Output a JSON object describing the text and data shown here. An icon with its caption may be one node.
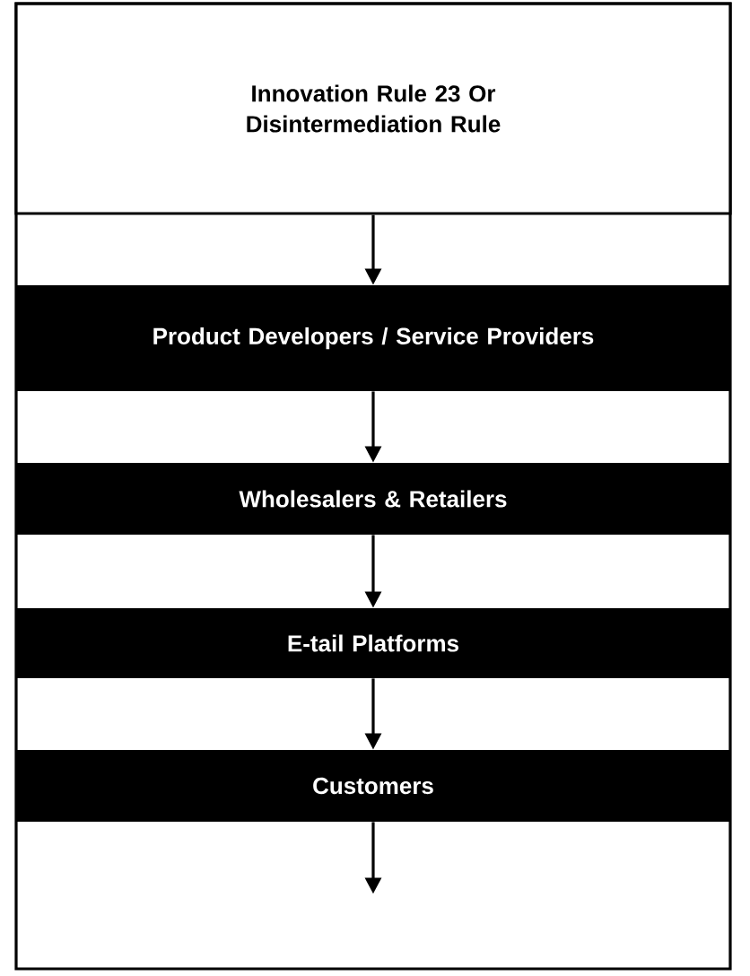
{
  "diagram": {
    "nodes": [
      {
        "text": [
          "Innovation Rule 23 Or Disintermediation Rule"
        ]
      },
      {
        "text": [
          "Product Developers / Service Providers"
        ]
      },
      {
        "text": [
          "Wholesalers & Retailers"
        ]
      },
      {
        "text": [
          "E-tail Platforms"
        ]
      },
      {
        "text": [
          "Customers"
        ]
      }
    ],
    "edges": [
      {
        "from": 0,
        "to": 1,
        "arrow": "to"
      },
      {
        "from": 1,
        "to": 2,
        "arrow": "to"
      },
      {
        "from": 2,
        "to": 3,
        "arrow": "to"
      },
      {
        "from": 3,
        "to": 4,
        "arrow": "to"
      },
      {
        "from": 4,
        "to": null,
        "arrow": "to"
      }
    ]
  }
}
